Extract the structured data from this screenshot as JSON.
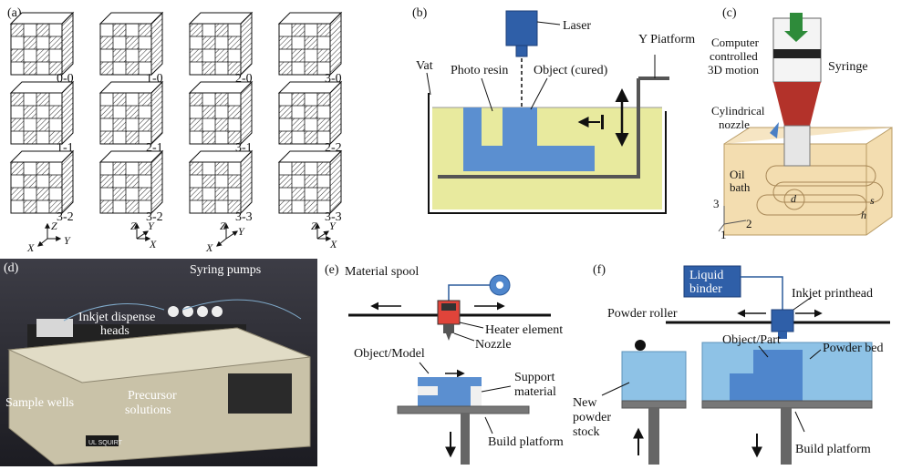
{
  "panels": {
    "a": {
      "label": "(a)",
      "cubes": [
        "0-0",
        "1-0",
        "2-0",
        "3-0",
        "1-1",
        "2-1",
        "3-1",
        "2-2",
        "3-2",
        "3-2",
        "3-3",
        "3-3"
      ],
      "axes": [
        {
          "z": "Z",
          "x": "X",
          "y": "Y"
        },
        {
          "z": "Z",
          "x": "X",
          "y": "Y"
        },
        {
          "z": "Z",
          "x": "X",
          "y": "Y"
        },
        {
          "z": "Z",
          "x": "X",
          "y": "Y"
        }
      ]
    },
    "b": {
      "label": "(b)",
      "laser": "Laser",
      "platform": "Y Piatform",
      "vat": "Vat",
      "resin": "Photo resin",
      "object": "Object (cured)"
    },
    "c": {
      "label": "(c)",
      "motion_line1": "Computer",
      "motion_line2": "controlled",
      "motion_line3": "3D motion",
      "syringe": "Syringe",
      "nozzle_line1": "Cylindrical",
      "nozzle_line2": "nozzle",
      "oil_line1": "Oil",
      "oil_line2": "bath",
      "axis_1": "1",
      "axis_2": "2",
      "axis_3": "3",
      "dim_d": "d",
      "dim_s": "s",
      "dim_h": "h"
    },
    "d": {
      "label": "(d)",
      "pumps": "Syring pumps",
      "heads_line1": "Inkjet dispense",
      "heads_line2": "heads",
      "wells": "Sample wells",
      "precursor_line1": "Precursor",
      "precursor_line2": "solutions",
      "badge": "UL SQUIRT"
    },
    "e": {
      "label": "(e)",
      "spool": "Material spool",
      "heater": "Heater element",
      "nozzle": "Nozzle",
      "object": "Object/Model",
      "support_line1": "Support",
      "support_line2": "material",
      "platform": "Build platform"
    },
    "f": {
      "label": "(f)",
      "binder_line1": "Liquid",
      "binder_line2": "binder",
      "printhead": "Inkjet printhead",
      "roller": "Powder roller",
      "part": "Object/Part",
      "bed": "Powder bed",
      "stock_line1": "New",
      "stock_line2": "powder",
      "stock_line3": "stock",
      "platform": "Build platform"
    }
  },
  "colors": {
    "resin": "#e8ea9e",
    "object_blue": "#5b8fd0",
    "laser_blue": "#2f5fa8",
    "syringe_red": "#b3322a",
    "oil_bath": "#f3ddb0",
    "powder_light": "#8ec2e6",
    "powder_dark": "#4f86cc",
    "heater_red": "#e0443a",
    "platform_grey": "#777777"
  }
}
